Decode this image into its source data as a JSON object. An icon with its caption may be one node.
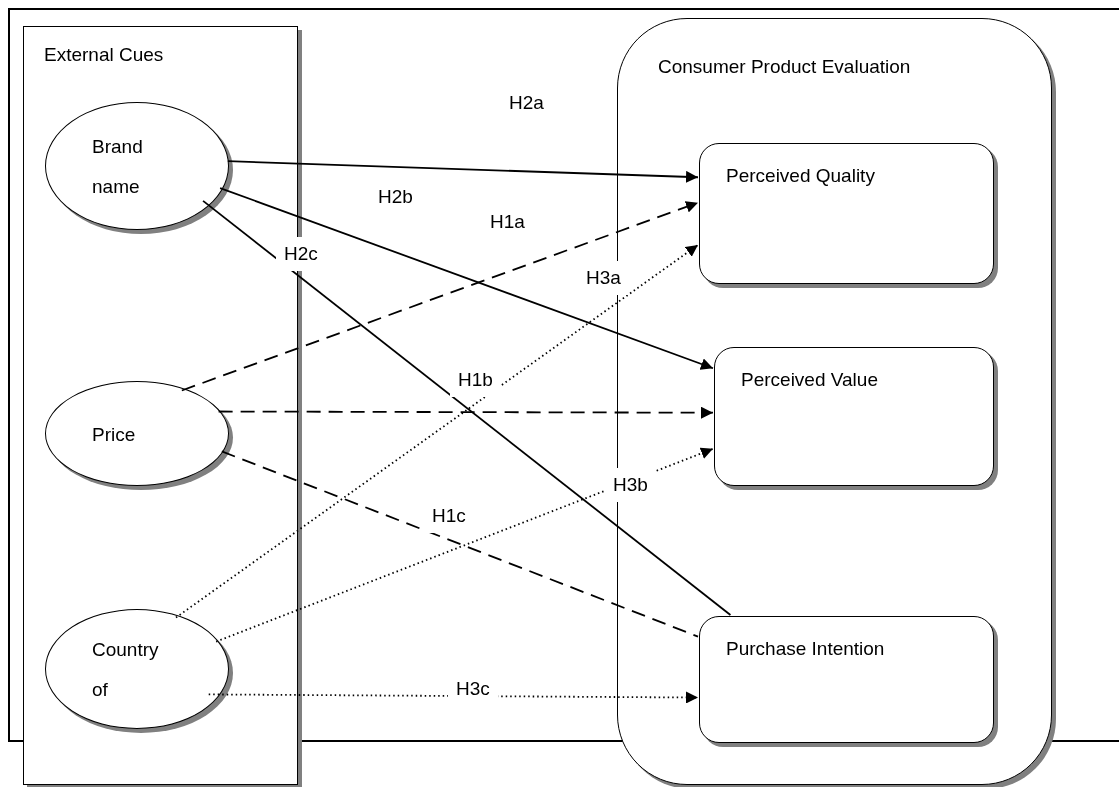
{
  "diagram": {
    "nodes": [
      {
        "text": [
          "External Cues"
        ]
      },
      {
        "text": [
          "Brand name"
        ],
        "in": 0
      },
      {
        "text": [
          "Price"
        ],
        "in": 0
      },
      {
        "text": [
          "Country of"
        ],
        "in": 0
      },
      {
        "text": [
          "Consumer Product Evaluation"
        ]
      },
      {
        "text": [
          "Perceived Quality"
        ],
        "in": 4
      },
      {
        "text": [
          "Perceived Value"
        ],
        "in": 4
      },
      {
        "text": [
          "Purchase Intention"
        ],
        "in": 4
      }
    ],
    "edges": [
      {
        "from": 1,
        "to": 5,
        "arrow": "to",
        "label": "H2a"
      },
      {
        "from": 1,
        "to": 6,
        "arrow": "to",
        "label": "H2b"
      },
      {
        "from": 1,
        "to": 7,
        "arrow": "none",
        "label": "H2c"
      },
      {
        "from": 2,
        "to": 5,
        "arrow": "to",
        "label": "H1a",
        "style": "dashed"
      },
      {
        "from": 2,
        "to": 6,
        "arrow": "to",
        "label": "H1b",
        "style": "dashed"
      },
      {
        "from": 2,
        "to": 7,
        "arrow": "none",
        "label": "H1c",
        "style": "dashed"
      },
      {
        "from": 3,
        "to": 5,
        "arrow": "to",
        "label": "H3a",
        "style": "dashed"
      },
      {
        "from": 3,
        "to": 6,
        "arrow": "to",
        "label": "H3b",
        "style": "dashed"
      },
      {
        "from": 3,
        "to": 7,
        "arrow": "to",
        "label": "H3c",
        "style": "dashed"
      }
    ]
  }
}
